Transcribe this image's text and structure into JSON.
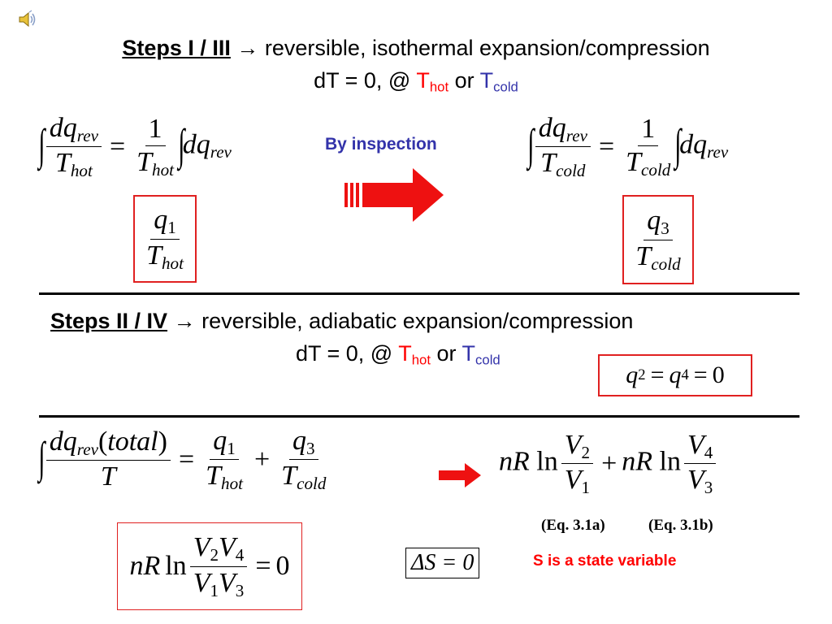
{
  "section1": {
    "heading": "Steps I / III",
    "arrow": "→",
    "heading_rest": "reversible, isothermal expansion/compression",
    "condition_prefix": "dT = 0, @ ",
    "t_hot_base": "T",
    "t_hot_sub": "hot",
    "condition_or": " or ",
    "t_cold_base": "T",
    "t_cold_sub": "cold"
  },
  "by_inspection": "By inspection",
  "section2": {
    "heading": "Steps II / IV",
    "arrow": "→",
    "heading_rest": "reversible, adiabatic expansion/compression",
    "condition_prefix": "dT = 0, @ ",
    "t_hot_base": "T",
    "t_hot_sub": "hot",
    "condition_or": " or ",
    "t_cold_base": "T",
    "t_cold_sub": "cold"
  },
  "section3": {
    "eq_label_a": "(Eq. 3.1a)",
    "eq_label_b": "(Eq. 3.1b)",
    "delta_s": "ΔS = 0",
    "state_variable_note": "S is a state variable"
  },
  "colors": {
    "hot": "#ff0000",
    "cold": "#3333aa",
    "box_border": "#e02020",
    "arrow_fill": "#ee1111",
    "note_text": "#ff0000",
    "by_inspection_text": "#3333aa"
  }
}
